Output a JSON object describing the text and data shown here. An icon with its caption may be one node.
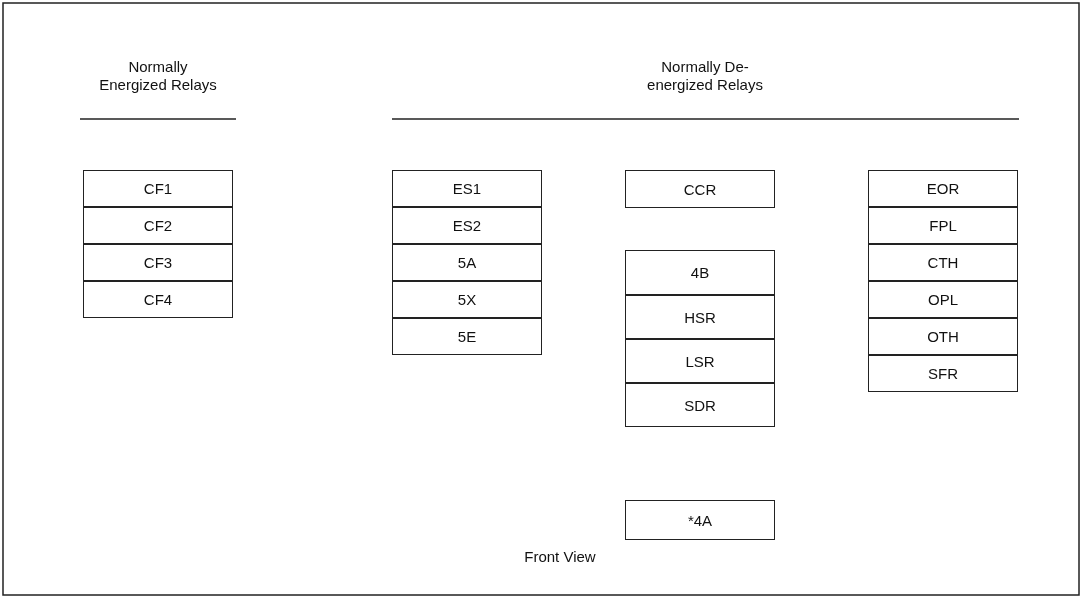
{
  "diagram": {
    "nodes": [
      {
        "text": [
          "CF1"
        ]
      },
      {
        "text": [
          "CF2"
        ]
      },
      {
        "text": [
          "CF3"
        ]
      },
      {
        "text": [
          "CF4"
        ]
      },
      {
        "text": [
          "ES1"
        ]
      },
      {
        "text": [
          "ES2"
        ]
      },
      {
        "text": [
          "5A"
        ]
      },
      {
        "text": [
          "5X"
        ]
      },
      {
        "text": [
          "5E"
        ]
      },
      {
        "text": [
          "CCR"
        ]
      },
      {
        "text": [
          "EOR"
        ]
      },
      {
        "text": [
          "FPL"
        ]
      },
      {
        "text": [
          "4B"
        ]
      },
      {
        "text": [
          "CTH"
        ]
      },
      {
        "text": [
          "HSR"
        ]
      },
      {
        "text": [
          "OPL"
        ]
      },
      {
        "text": [
          "LSR"
        ]
      },
      {
        "text": [
          "OTH"
        ]
      },
      {
        "text": [
          "SDR"
        ]
      },
      {
        "text": [
          "SFR"
        ]
      },
      {
        "text": [
          "*4A"
        ]
      }
    ],
    "labels": [
      "Normally Energized Relays",
      "Normally De-energized Relays",
      "Front View"
    ]
  }
}
